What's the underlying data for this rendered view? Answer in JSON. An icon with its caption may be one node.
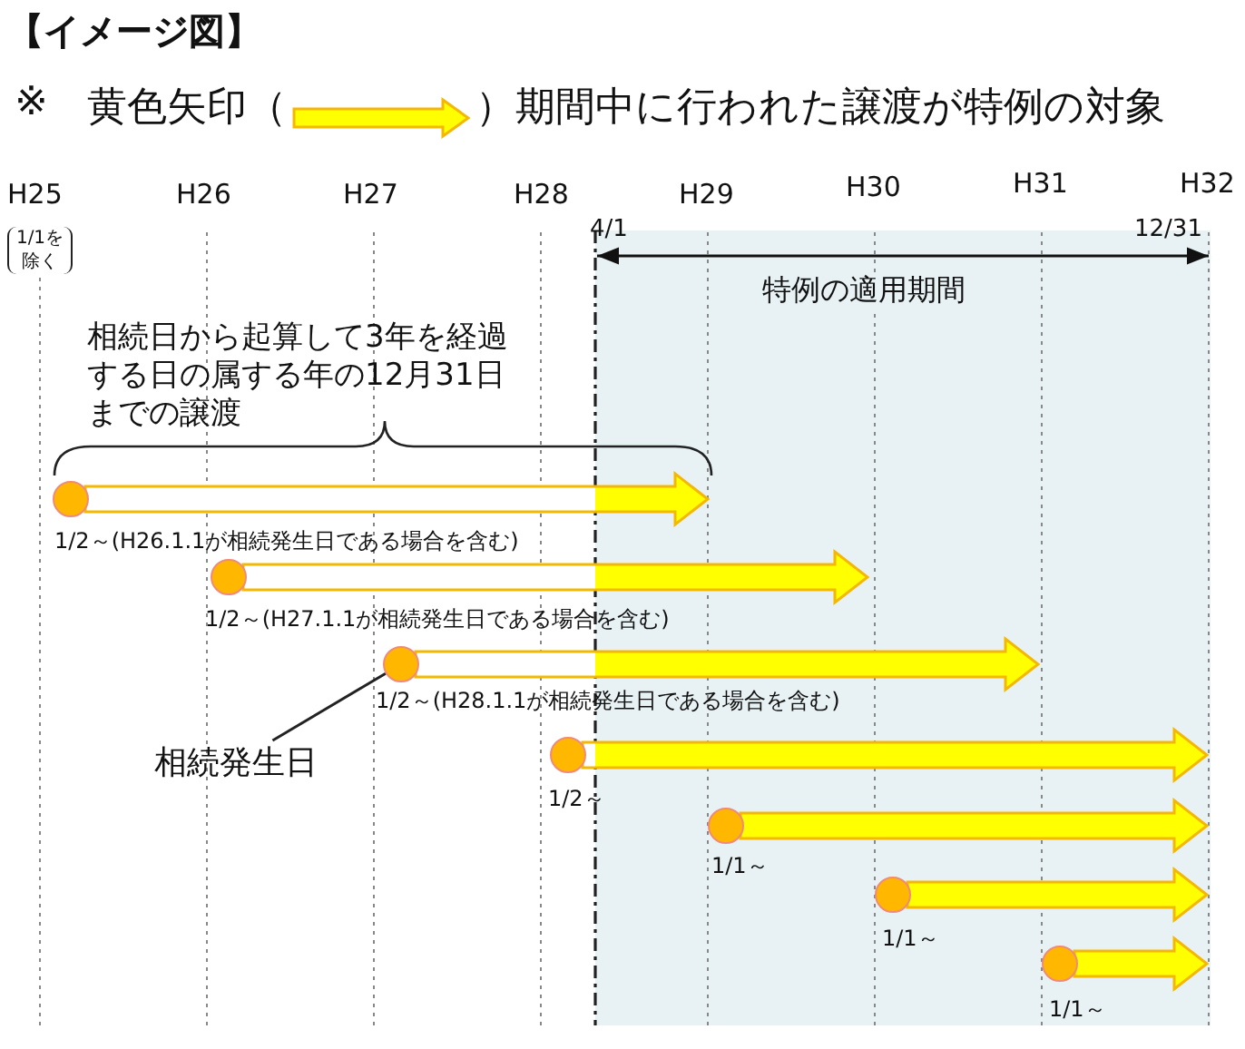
{
  "diagram": {
    "title": "【イメージ図】",
    "nodes": [
      {
        "text": [],
        "shape": "circle",
        "beside": [
          "1/2～(H26.1.1が相続発生日である場合を含む)"
        ]
      },
      {
        "text": [],
        "shape": "circle",
        "beside": [
          "1/2～(H27.1.1が相続発生日である場合を含む)"
        ]
      },
      {
        "text": [],
        "shape": "circle",
        "beside": [
          "1/2～(H28.1.1が相続発生日である場合を含む)"
        ]
      },
      {
        "text": [],
        "shape": "circle",
        "beside": [
          "1/2～"
        ]
      },
      {
        "text": [],
        "shape": "circle",
        "beside": [
          "1/1～"
        ]
      },
      {
        "text": [],
        "shape": "circle",
        "beside": [
          "1/1～"
        ]
      },
      {
        "text": [],
        "shape": "circle",
        "beside": [
          "1/1～"
        ]
      },
      {
        "text": [
          "相続発生日"
        ]
      }
    ],
    "edges": [
      {
        "from": 7,
        "to": 2,
        "arrow": "none"
      },
      {
        "from": 0,
        "to": null,
        "arrow": "to"
      },
      {
        "from": 1,
        "to": null,
        "arrow": "to"
      },
      {
        "from": 2,
        "to": null,
        "arrow": "to"
      },
      {
        "from": 3,
        "to": null,
        "arrow": "to"
      },
      {
        "from": 4,
        "to": null,
        "arrow": "to"
      },
      {
        "from": 5,
        "to": null,
        "arrow": "to"
      },
      {
        "from": 6,
        "to": null,
        "arrow": "to"
      }
    ],
    "labels": [
      "※",
      "黄色矢印（",
      "）期間中に行われた譲渡が特例の対象",
      "H25",
      "H26",
      "H27",
      "H28",
      "H29",
      "H30",
      "H31",
      "H32",
      "1/1を除く",
      "4/1",
      "12/31",
      "特例の適用期間",
      "相続日から起算して3年を経過する日の属する年の12月31日までの譲渡"
    ]
  }
}
